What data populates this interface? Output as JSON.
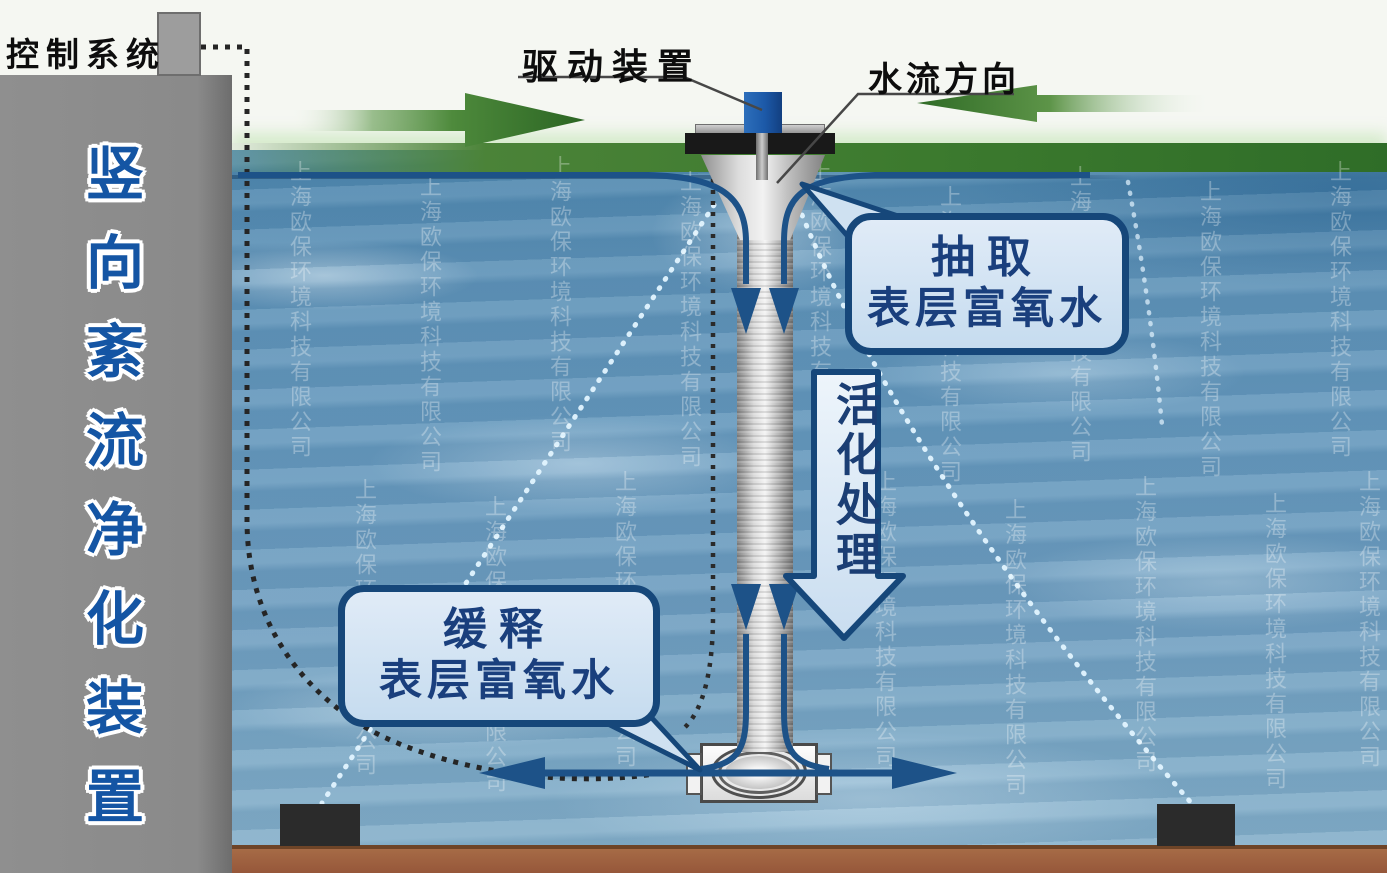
{
  "device": {
    "title_vertical": "竖向紊流净化装置",
    "control_system": "控制系统",
    "drive_unit": "驱动装置",
    "flow_direction": "水流方向"
  },
  "callouts": {
    "extract_line1": "抽取",
    "extract_line2": "表层富氧水",
    "release_line1": "缓释",
    "release_line2": "表层富氧水",
    "treatment": "活化处理"
  },
  "watermark": {
    "text": "上海欧保环境科技有限公司"
  },
  "colors": {
    "title_blue": "#1455a4",
    "callout_navy": "#16477a",
    "callout_fill": "#cfe1f1",
    "flow_blue": "#1d5288",
    "green_arrow": "#3f7d33",
    "surface_green": "#3c7a2e",
    "motor_blue": "#1c59a8",
    "water_blue": "#6699bd",
    "seabed_brown": "#9d6040",
    "wall_gray": "#8c8c8c"
  }
}
